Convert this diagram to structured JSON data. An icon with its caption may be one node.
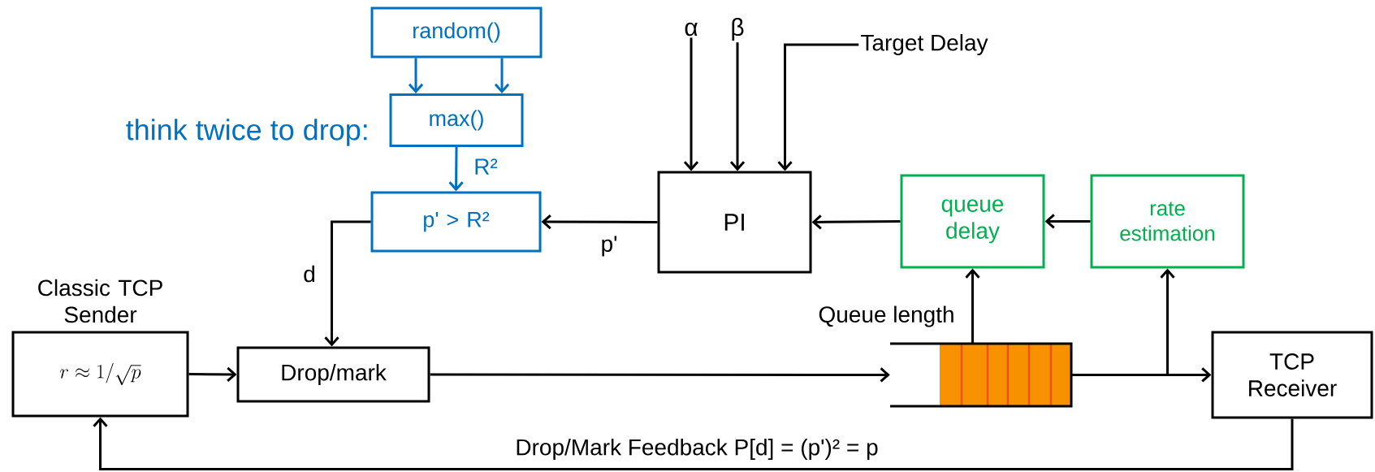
{
  "diagram": {
    "nodes": [
      {
        "text": [
          "random()"
        ]
      },
      {
        "text": [
          "max()"
        ]
      },
      {
        "text": [
          "p' > R²"
        ]
      },
      {
        "text": [
          "α"
        ]
      },
      {
        "text": [
          "β"
        ]
      },
      {
        "text": [
          "Target Delay"
        ]
      },
      {
        "text": [
          "PI"
        ]
      },
      {
        "text": [
          "queue delay"
        ]
      },
      {
        "text": [
          "rate estimation"
        ]
      },
      {
        "text": [
          "Classic TCP Sender",
          "r \\approx 1/\\sqrt{p}"
        ]
      },
      {
        "text": [
          "Drop/mark"
        ]
      },
      {
        "text": [],
        "shape": "box",
        "beside": [
          "Queue length"
        ]
      },
      {
        "text": [
          "TCP Receiver"
        ]
      }
    ],
    "edges": [
      {
        "from": 0,
        "to": 1,
        "arrow": "to",
        "color": "#0070c0"
      },
      {
        "from": 0,
        "to": 1,
        "arrow": "to",
        "color": "#0070c0"
      },
      {
        "from": 1,
        "to": 2,
        "arrow": "to",
        "color": "#0070c0",
        "label": "R²"
      },
      {
        "from": 6,
        "to": 2,
        "arrow": "to",
        "label": "p'"
      },
      {
        "from": 2,
        "to": 10,
        "arrow": "to",
        "label": "d"
      },
      {
        "from": 3,
        "to": 6,
        "arrow": "to"
      },
      {
        "from": 4,
        "to": 6,
        "arrow": "to"
      },
      {
        "from": 5,
        "to": 6,
        "arrow": "to"
      },
      {
        "from": 7,
        "to": 6,
        "arrow": "to"
      },
      {
        "from": 8,
        "to": 7,
        "arrow": "to"
      },
      {
        "from": 11,
        "to": 7,
        "arrow": "to"
      },
      {
        "from": 9,
        "to": 10,
        "arrow": "to"
      },
      {
        "from": 10,
        "to": 11,
        "arrow": "to"
      },
      {
        "from": 11,
        "to": 12,
        "arrow": "to"
      },
      {
        "from": 11,
        "to": 8,
        "arrow": "to"
      },
      {
        "from": 12,
        "to": 9,
        "arrow": "to",
        "label": "Drop/Mark Feedback P[d] = (p')² = p"
      }
    ],
    "labels": [
      "think twice to drop:"
    ]
  }
}
